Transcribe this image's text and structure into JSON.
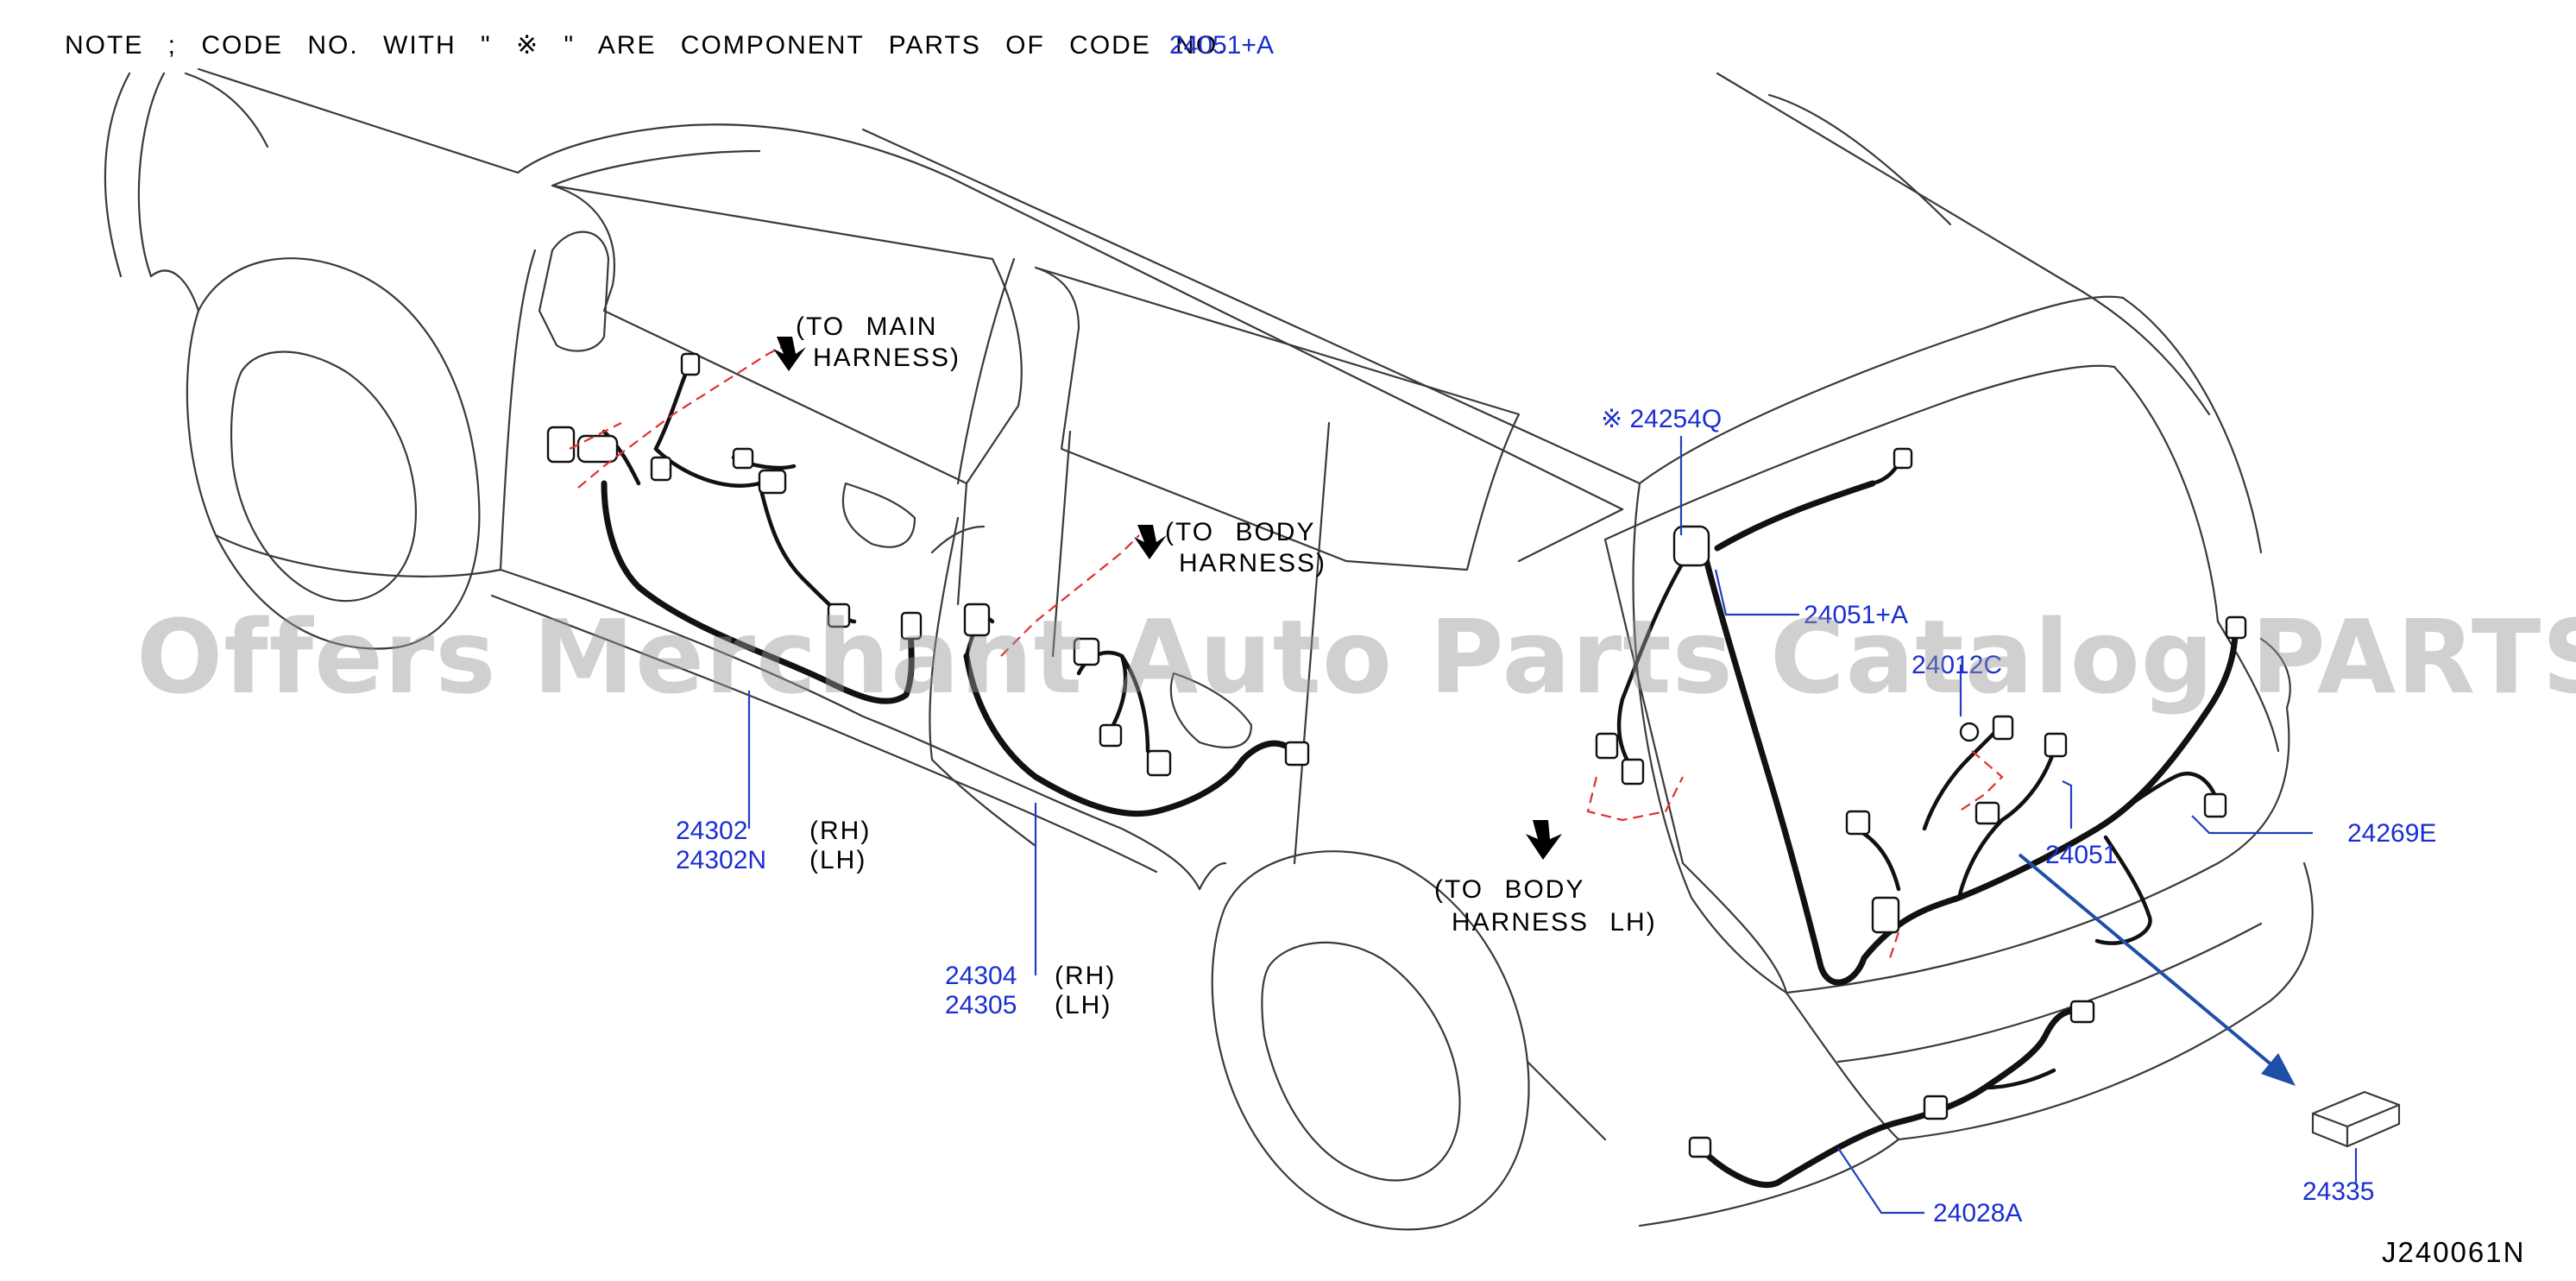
{
  "note": {
    "text": "NOTE ; CODE NO. WITH \" ※ \" ARE COMPONENT PARTS OF CODE NO.",
    "code": "24051+A"
  },
  "annotations": {
    "to_main_line1": "(TO MAIN",
    "to_main_line2": "HARNESS)",
    "to_body_line1": "(TO BODY",
    "to_body_line2": "HARNESS)",
    "to_body_lh_line1": "(TO BODY",
    "to_body_lh_line2": "HARNESS LH)"
  },
  "parts": {
    "p24254q": "※ 24254Q",
    "p24051a": "24051+A",
    "p24012c": "24012C",
    "p24051": "24051",
    "p24269e": "24269E",
    "p24302": "24302",
    "p24302n": "24302N",
    "p24304": "24304",
    "p24305": "24305",
    "p24028a": "24028A",
    "p24335": "24335"
  },
  "sides": {
    "rh": "(RH)",
    "lh": "(LH)"
  },
  "watermark": "Offers Merchant Auto Parts Catalog PARTSTORE.SA",
  "diagram_id": "J240061N",
  "colors": {
    "part_number": "#1a2fd0",
    "harness": "#111111",
    "dashed_route": "#e03030",
    "arrow_blue": "#1f4fa8"
  }
}
